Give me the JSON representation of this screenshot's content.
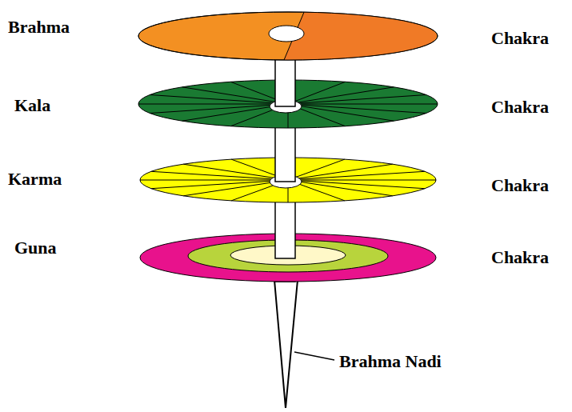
{
  "diagram": {
    "labels": [
      "Brahma",
      "Chakra",
      "Kala",
      "Chakra",
      "Karma",
      "Chakra",
      "Guna",
      "Chakra",
      "Brahma Nadi"
    ]
  }
}
